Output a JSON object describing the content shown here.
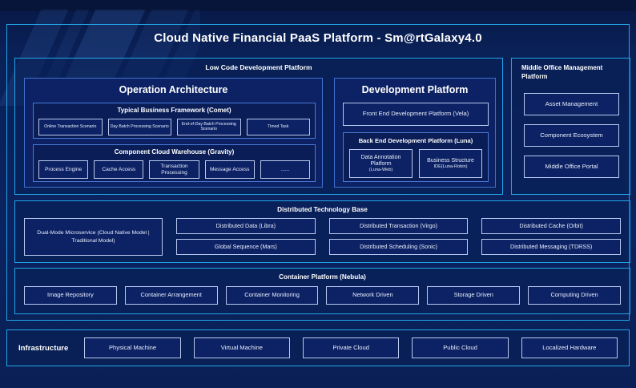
{
  "header": {
    "title": "Cloud Native Financial PaaS Platform - Sm@rtGalaxy4.0"
  },
  "low_code": {
    "title": "Low Code Development Platform",
    "operation_architecture": {
      "title": "Operation Architecture",
      "typical_business_framework": {
        "title": "Typical Business Framework (Comet)",
        "items": [
          "Online Transaction Scenario",
          "Day Batch Processing Scenario",
          "End-of-Day Batch Processing Scenario",
          "Timed Task"
        ]
      },
      "component_cloud_warehouse": {
        "title": "Component Cloud Warehouse (Gravity)",
        "items": [
          "Process Engine",
          "Cache Access",
          "Transaction Processing",
          "Message Access",
          "......"
        ]
      }
    },
    "development_platform": {
      "title": "Development Platform",
      "front_end": "Front End Development Platform (Vela)",
      "back_end": {
        "title": "Back End Development Platform (Luna)",
        "items": [
          {
            "name": "Data Annotation Platform",
            "sub": "(Luna-Web)"
          },
          {
            "name": "Business Structure",
            "sub": "IDE(Luna-Robin)"
          }
        ]
      }
    }
  },
  "middle_office": {
    "title": "Middle Office Management Platform",
    "items": [
      "Asset Management",
      "Component Ecosystem",
      "Middle Office Portal"
    ]
  },
  "distributed_technology_base": {
    "title": "Distributed Technology Base",
    "dual_mode": "Dual-Mode Microservice (Cloud Native Model | Traditional Model)",
    "columns": [
      [
        "Distributed Data (Libra)",
        "Global Sequence (Mars)"
      ],
      [
        "Distributed Transaction (Virgo)",
        "Distributed Scheduling (Sonic)"
      ],
      [
        "Distributed Cache (Orbit)",
        "Distributed Messaging (TDRSS)"
      ]
    ]
  },
  "container_platform": {
    "title": "Container Platform (Nebula)",
    "items": [
      "Image Repository",
      "Container Arrangement",
      "Container Monitoring",
      "Network Driven",
      "Storage Driven",
      "Computing Driven"
    ]
  },
  "infrastructure": {
    "label": "Infrastructure",
    "items": [
      "Physical Machine",
      "Virtual Machine",
      "Private Cloud",
      "Public Cloud",
      "Localized Hardware"
    ]
  },
  "colors": {
    "background": "#0a2158",
    "accent_border": "#22a5e8",
    "panel_border": "#3f6fd0",
    "leaf_border": "#b9c8ef",
    "text": "#ffffff"
  }
}
